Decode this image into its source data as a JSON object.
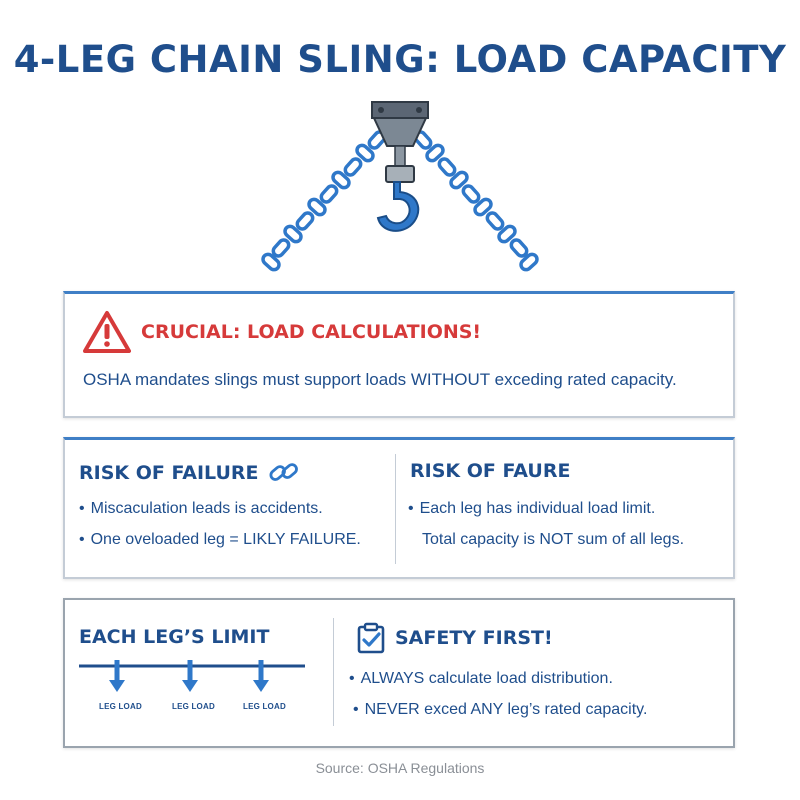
{
  "title": "4-LEG CHAIN SLING: LOAD CAPACITY",
  "warning": {
    "icon": "warning-triangle-icon",
    "heading": "CRUCIAL: LOAD CALCULATIONS!",
    "text": "OSHA mandates slings must support loads WITHOUT exceding rated capacity."
  },
  "risk_left": {
    "heading": "RISK OF FAILURE",
    "icon": "broken-chain-icon",
    "items": [
      "Miscaculation leads is accidents.",
      "One oveloaded leg = LIKLY FAILURE."
    ]
  },
  "risk_right": {
    "heading": "RISK OF FAURE",
    "items": [
      "Each leg has individual load limit.",
      "Total capacity is NOT sum of all legs."
    ]
  },
  "leg_limit": {
    "heading": "EACH LEG’S LIMIT",
    "labels": [
      "LEG LOAD",
      "LEG LOAD",
      "LEG LOAD"
    ]
  },
  "safety": {
    "heading": "SAFETY FIRST!",
    "icon": "clipboard-check-icon",
    "items": [
      "ALWAYS calculate load distribution.",
      "NEVER exced ANY leg’s rated capacity."
    ]
  },
  "source": "Source: OSHA Regulations",
  "colors": {
    "primary": "#1f4e8c",
    "accent": "#3f7fc6",
    "warning": "#d63a3a"
  }
}
